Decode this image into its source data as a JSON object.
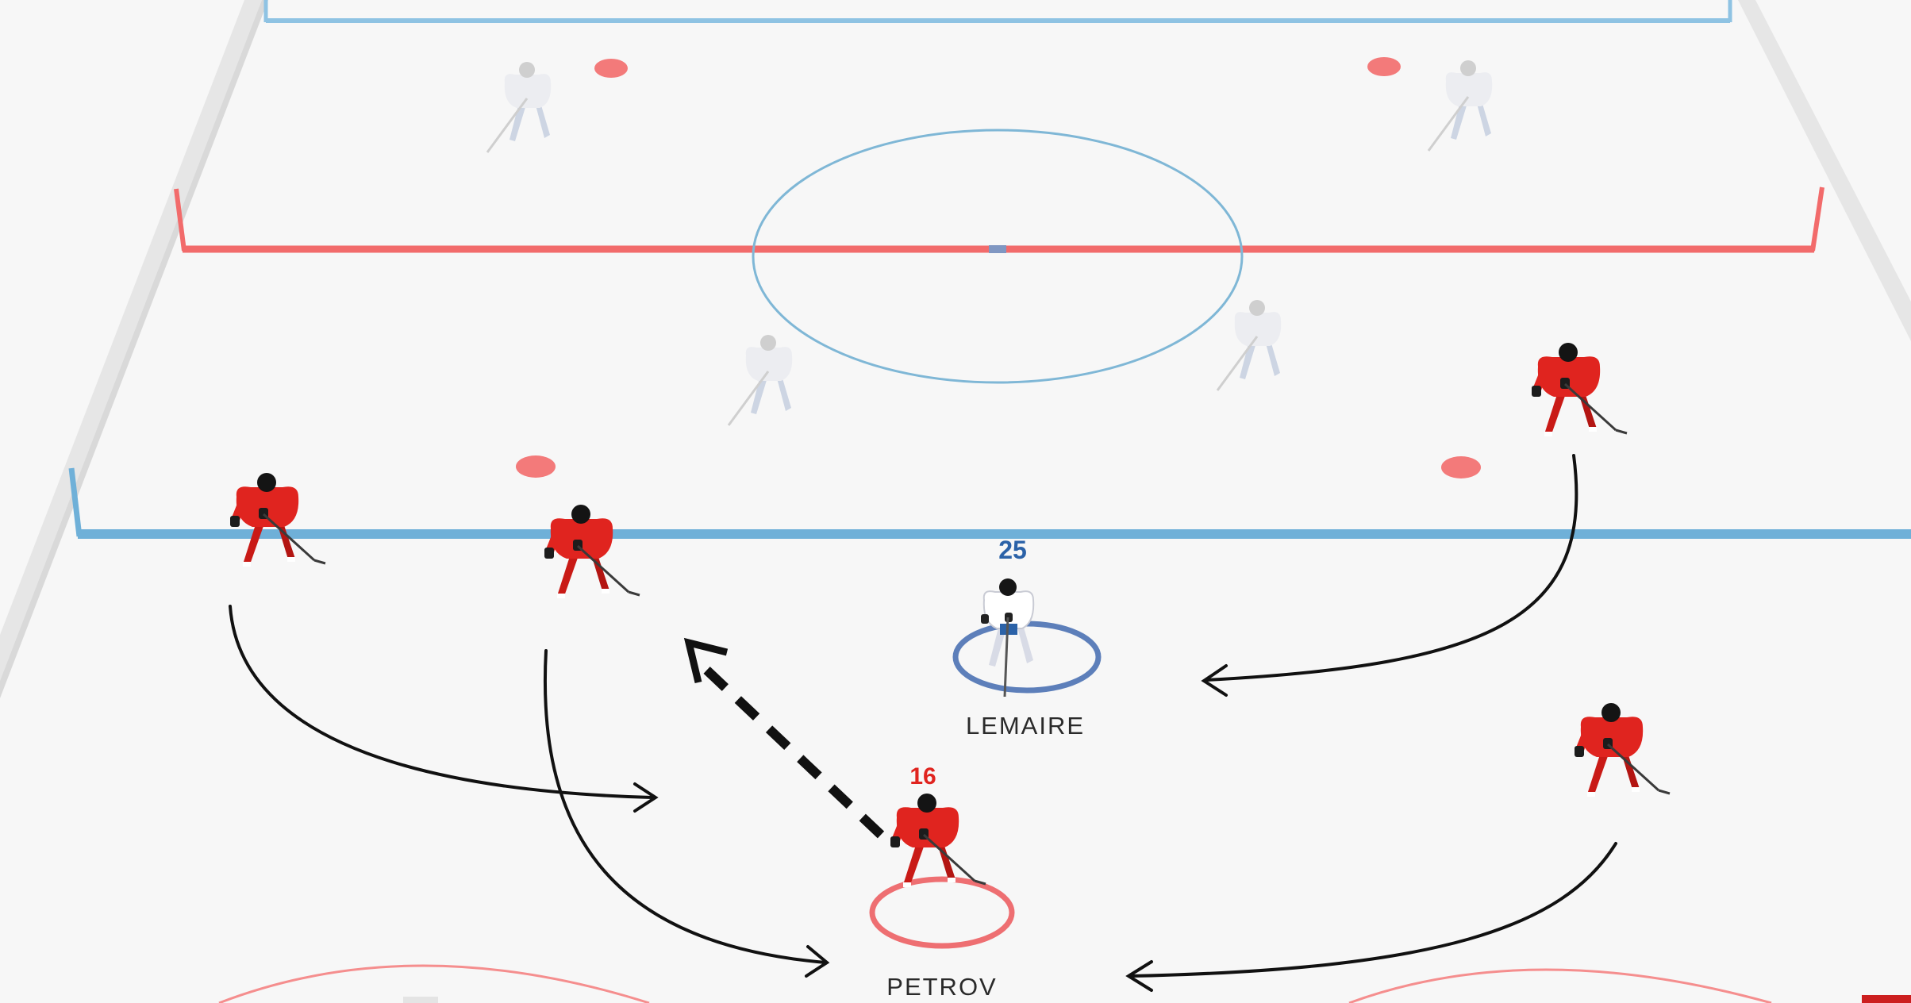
{
  "players": {
    "defender": {
      "number": "25",
      "name": "LEMAIRE"
    },
    "carrier": {
      "number": "16",
      "name": "PETROV"
    }
  },
  "colors": {
    "ice": "#f7f7f7",
    "red_line": "#f26b6b",
    "blue_line": "#6fb0d8",
    "board": "#e7e7e7",
    "attack_jersey": "#e0241f",
    "defense_number": "#2b62a8",
    "arrow": "#111111"
  },
  "icons": [
    "hockey-player-icon",
    "faceoff-dot-icon",
    "arrow-head-icon"
  ]
}
